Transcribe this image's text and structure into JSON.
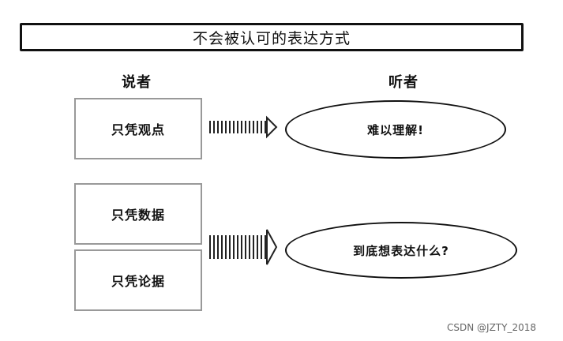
{
  "title": "不会被认可的表达方式",
  "columns": {
    "speaker": "说者",
    "listener": "听者"
  },
  "speaker_boxes": [
    {
      "label": "只凭观点"
    },
    {
      "label": "只凭数据"
    },
    {
      "label": "只凭论据"
    }
  ],
  "listener_responses": [
    {
      "label": "难以理解!"
    },
    {
      "label": "到底想表达什么?"
    }
  ],
  "watermark": "CSDN @JZTY_2018",
  "colors": {
    "line": "#111111",
    "box_border": "#999999",
    "background": "#ffffff"
  }
}
